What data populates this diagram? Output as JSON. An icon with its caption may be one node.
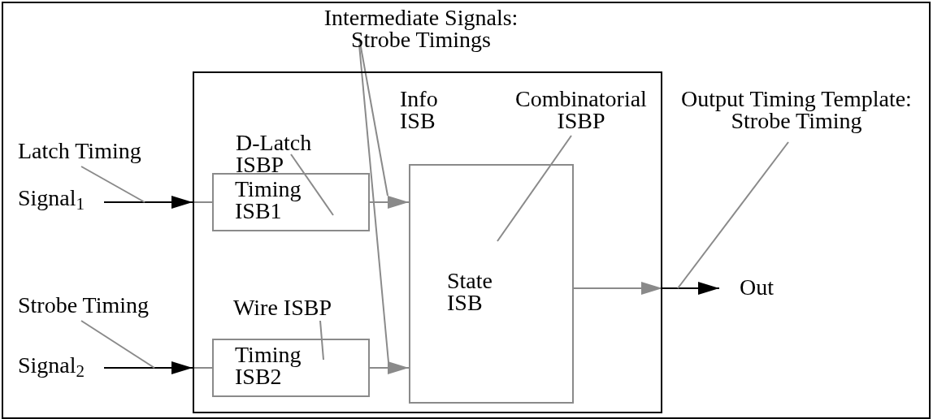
{
  "diagram": {
    "nodes": [
      {
        "text": [
          "Intermediate Signals: Strobe Timings"
        ]
      },
      {
        "text": [
          "Info ISB"
        ]
      },
      {
        "text": [
          "Latch Timing"
        ]
      },
      {
        "text": [
          "Signal$_{1}$"
        ]
      },
      {
        "text": [
          "D-Latch ISBP"
        ],
        "in": 1
      },
      {
        "text": [
          "Combinatorial ISBP"
        ],
        "in": 1
      },
      {
        "text": [
          "Output Timing Template: Strobe Timing"
        ]
      },
      {
        "text": [
          "Timing ISB1"
        ],
        "in": 1
      },
      {
        "text": [
          "State ISB"
        ],
        "in": 1
      },
      {
        "text": [
          "Out"
        ]
      },
      {
        "text": [
          "Strobe Timing"
        ]
      },
      {
        "text": [
          "Wire ISBP"
        ],
        "in": 1
      },
      {
        "text": [
          "Signal$_{2}$"
        ]
      },
      {
        "text": [
          "Timing ISB2"
        ],
        "in": 1
      }
    ],
    "edges": [
      {
        "from": 3,
        "to": 1,
        "arrow": "to",
        "color": "#000000"
      },
      {
        "from": 1,
        "to": 7,
        "arrow": "none"
      },
      {
        "from": 7,
        "to": 8,
        "arrow": "to"
      },
      {
        "from": 12,
        "to": 1,
        "arrow": "to",
        "color": "#000000"
      },
      {
        "from": 1,
        "to": 13,
        "arrow": "none"
      },
      {
        "from": 13,
        "to": 8,
        "arrow": "to"
      },
      {
        "from": 8,
        "to": 1,
        "arrow": "to"
      },
      {
        "from": 1,
        "to": 9,
        "arrow": "to",
        "color": "#000000"
      },
      {
        "from": 0,
        "to": null,
        "arrow": "none"
      },
      {
        "from": 0,
        "to": null,
        "arrow": "none"
      },
      {
        "from": 2,
        "to": null,
        "arrow": "none"
      },
      {
        "from": 10,
        "to": null,
        "arrow": "none"
      },
      {
        "from": 4,
        "to": 7,
        "arrow": "none"
      },
      {
        "from": 11,
        "to": 13,
        "arrow": "none"
      },
      {
        "from": 5,
        "to": 8,
        "arrow": "none"
      },
      {
        "from": 6,
        "to": null,
        "arrow": "none"
      }
    ]
  }
}
